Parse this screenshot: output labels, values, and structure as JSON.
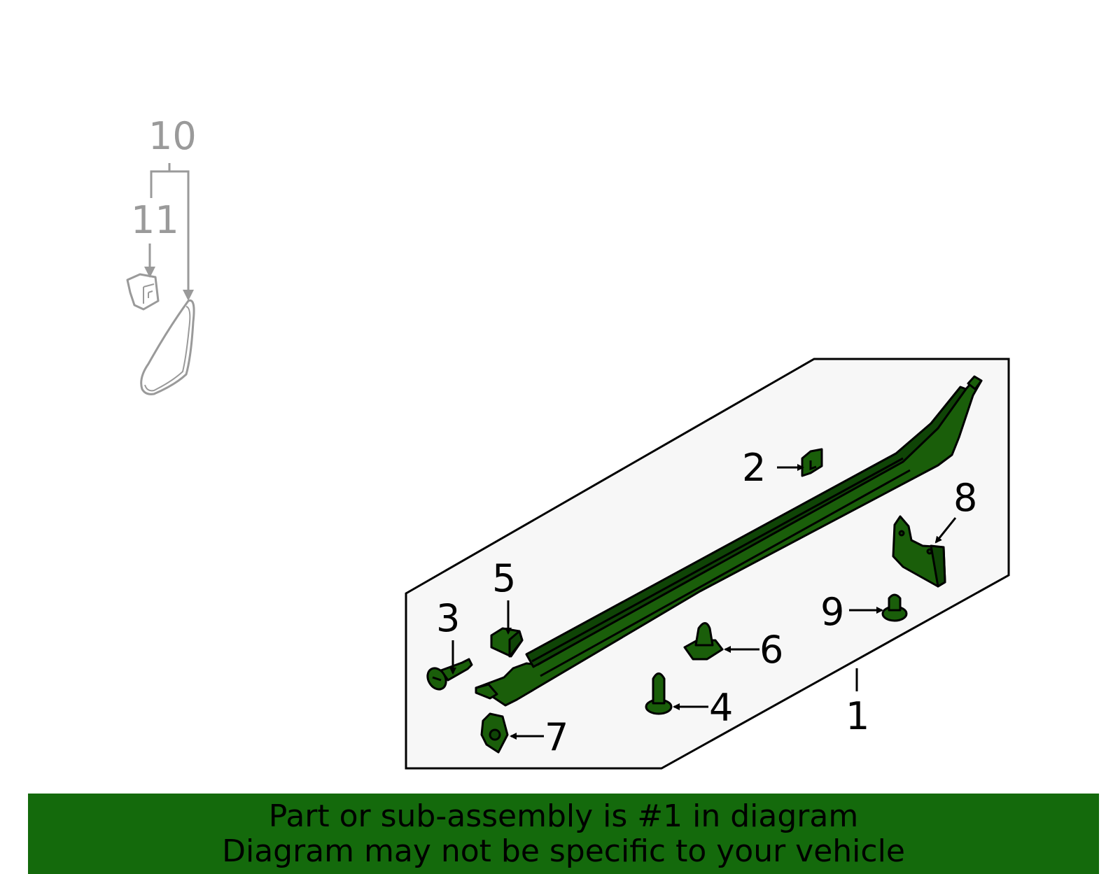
{
  "callouts": {
    "c1": "1",
    "c2": "2",
    "c3": "3",
    "c4": "4",
    "c5": "5",
    "c6": "6",
    "c7": "7",
    "c8": "8",
    "c9": "9",
    "c10": "10",
    "c11": "11"
  },
  "banner": {
    "line1": "Part or sub-assembly is #1 in diagram",
    "line2": "Diagram may not be specific to your vehicle"
  },
  "colors": {
    "part_fill": "#1a5e0a",
    "banner_bg": "#146a0c",
    "panel_bg": "#f7f7f7",
    "ghost_lines": "#9a9a9a"
  }
}
